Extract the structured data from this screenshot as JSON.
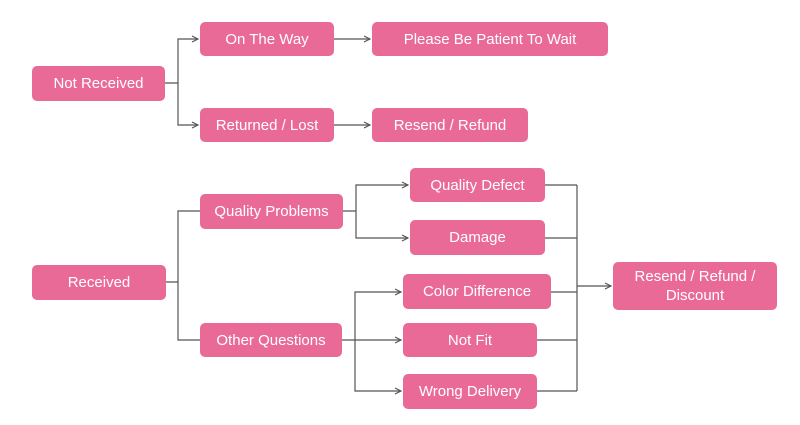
{
  "diagram": {
    "colors": {
      "node_fill": "#ea6a97",
      "node_text": "#ffffff",
      "connector": "#555555"
    },
    "nodes": {
      "not_received": "Not Received",
      "on_the_way": "On The Way",
      "please_wait": "Please Be Patient To Wait",
      "returned_lost": "Returned / Lost",
      "resend_refund": "Resend / Refund",
      "received": "Received",
      "quality_problems": "Quality Problems",
      "quality_defect": "Quality Defect",
      "damage": "Damage",
      "other_questions": "Other Questions",
      "color_difference": "Color Difference",
      "not_fit": "Not Fit",
      "wrong_delivery": "Wrong Delivery",
      "final_outcome": "Resend / Refund / Discount"
    },
    "edges": [
      [
        "not_received",
        "on_the_way"
      ],
      [
        "not_received",
        "returned_lost"
      ],
      [
        "on_the_way",
        "please_wait"
      ],
      [
        "returned_lost",
        "resend_refund"
      ],
      [
        "received",
        "quality_problems"
      ],
      [
        "received",
        "other_questions"
      ],
      [
        "quality_problems",
        "quality_defect"
      ],
      [
        "quality_problems",
        "damage"
      ],
      [
        "other_questions",
        "color_difference"
      ],
      [
        "other_questions",
        "not_fit"
      ],
      [
        "other_questions",
        "wrong_delivery"
      ],
      [
        "quality_defect",
        "final_outcome"
      ],
      [
        "damage",
        "final_outcome"
      ],
      [
        "color_difference",
        "final_outcome"
      ],
      [
        "not_fit",
        "final_outcome"
      ],
      [
        "wrong_delivery",
        "final_outcome"
      ]
    ]
  }
}
